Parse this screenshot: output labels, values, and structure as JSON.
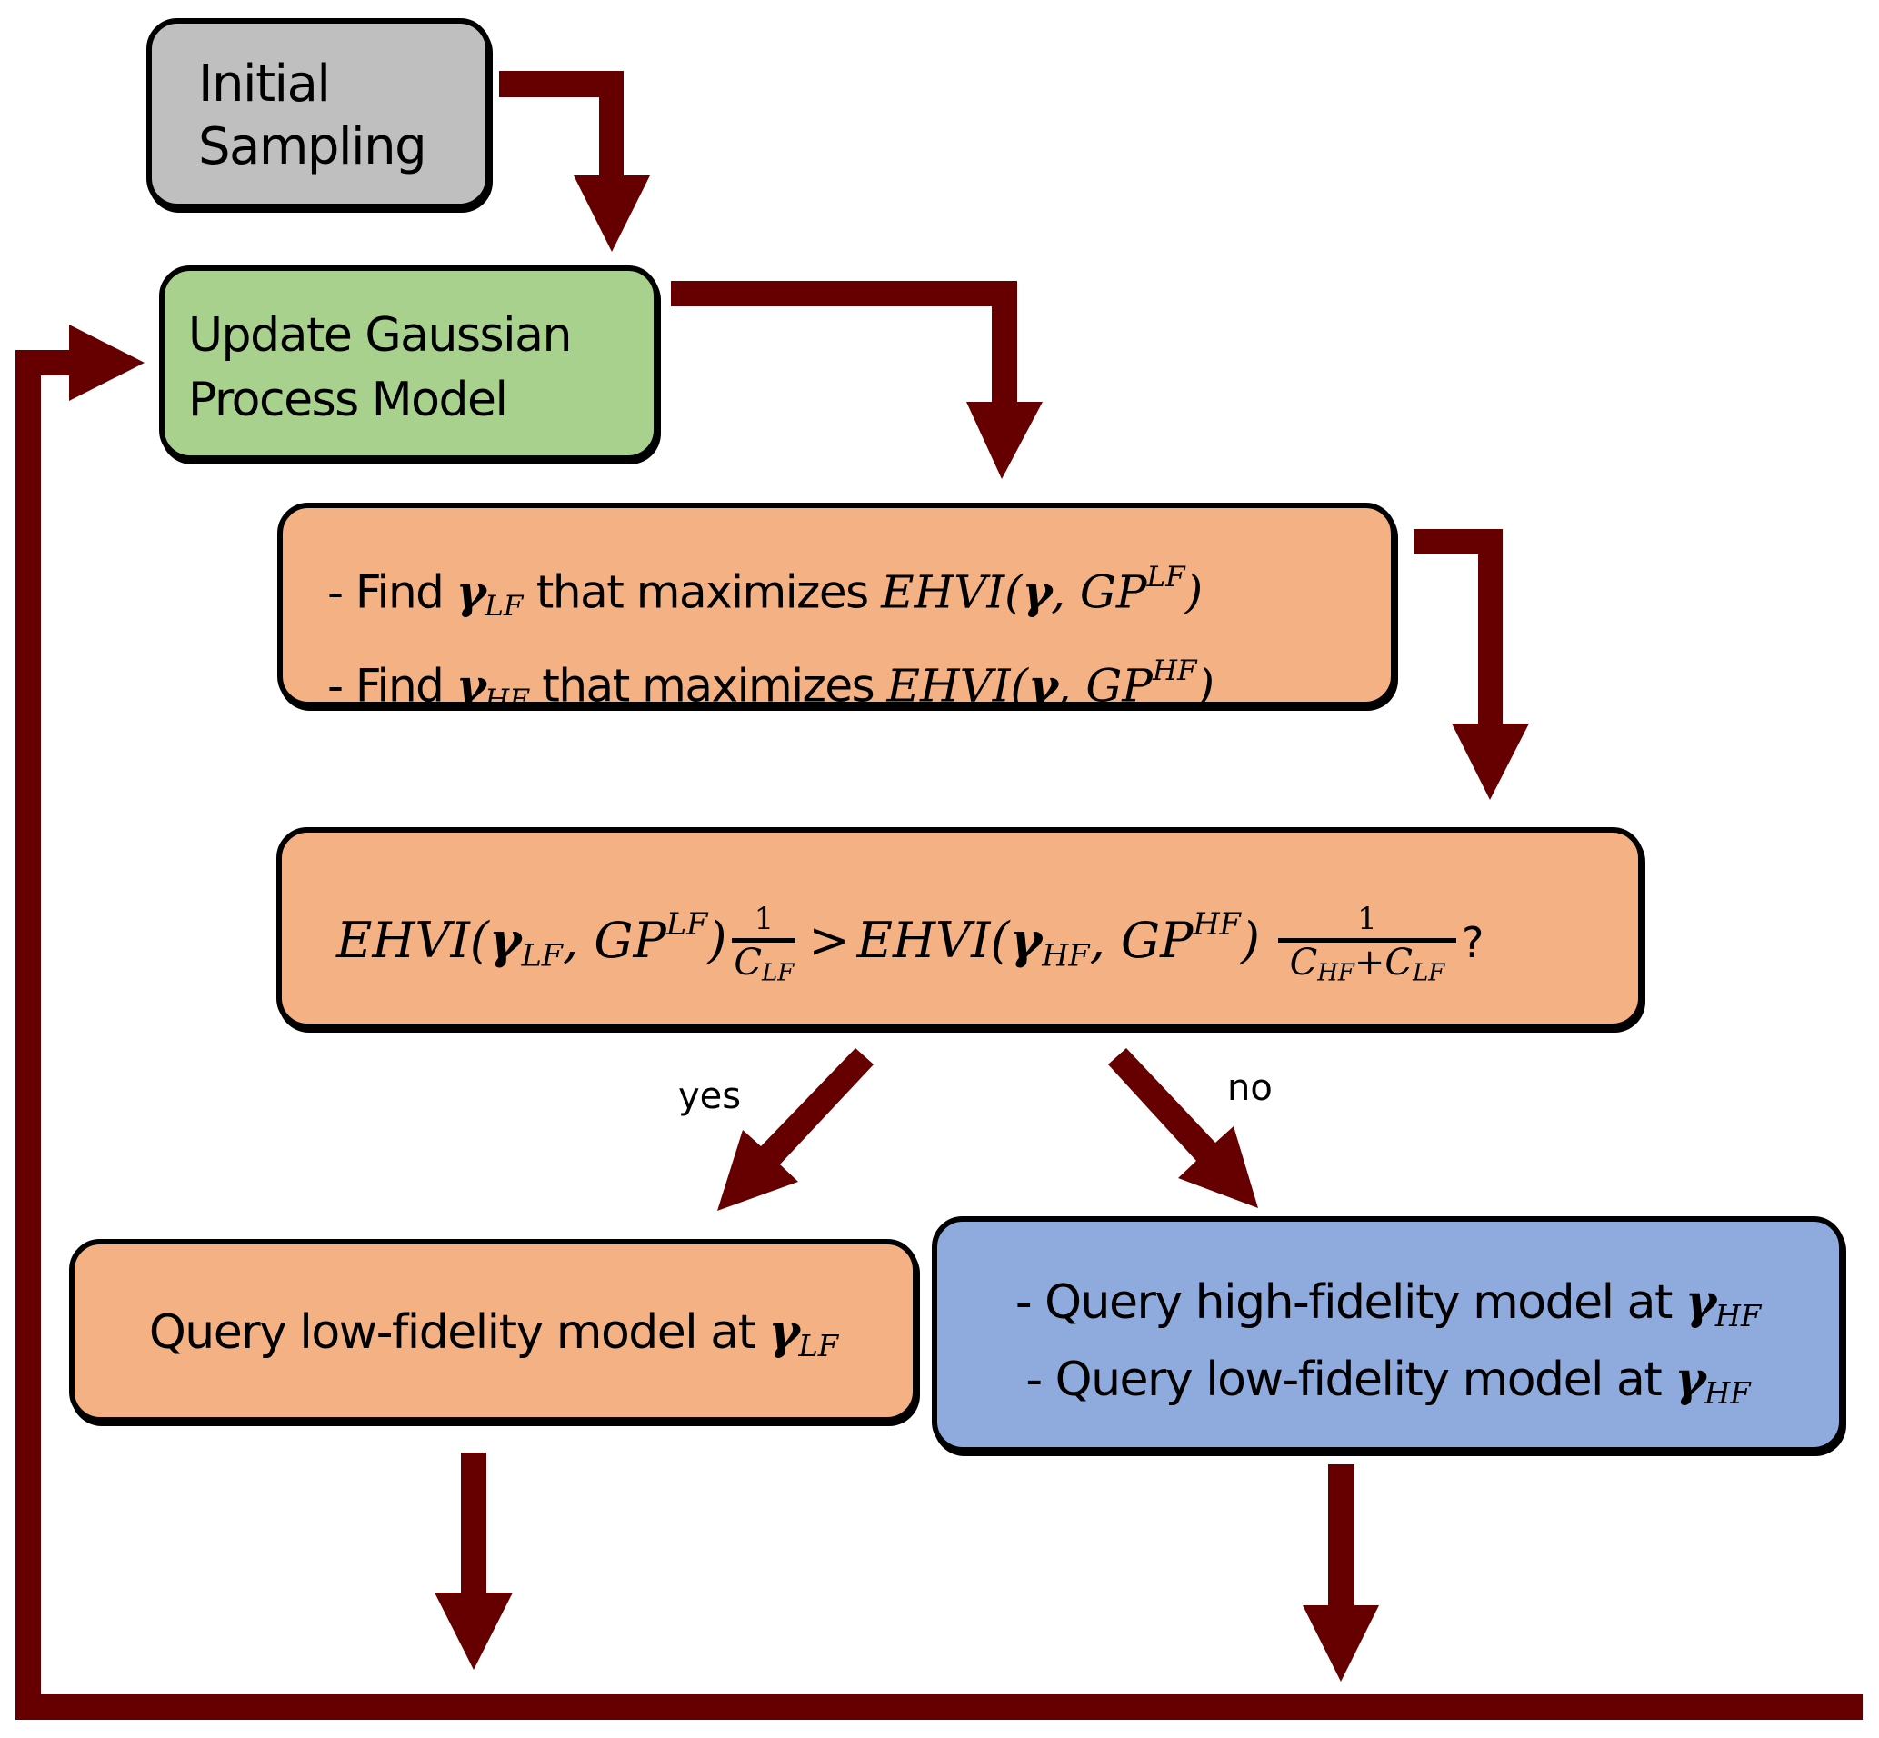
{
  "diagram": {
    "title": "Multi-fidelity EHVI Bayesian optimization loop",
    "colors": {
      "arrow": "#660000",
      "initial_box": "#BFBFBF",
      "update_box": "#A9D18E",
      "decision_boxes": "#F4B183",
      "high_fidelity_box": "#8FAADC",
      "border": "#000000"
    },
    "nodes": {
      "initial_sampling": {
        "line1": "Initial",
        "line2": "Sampling"
      },
      "update_gp": {
        "line1": "Update Gaussian",
        "line2": "Process Model"
      },
      "find_candidates": {
        "lines": [
          {
            "prefix": "- Find ",
            "gamma": "γ",
            "gamma_sub": "LF",
            "middle": " that maximizes ",
            "func": "EHVI",
            "open": "(",
            "arg_gamma": "γ",
            "comma": ", ",
            "gp": "GP",
            "gp_sup": "LF",
            "close": ")"
          },
          {
            "prefix": "- Find ",
            "gamma": "γ",
            "gamma_sub": "HF",
            "middle": " that maximizes ",
            "func": "EHVI",
            "open": "(",
            "arg_gamma": "γ",
            "comma": ", ",
            "gp": "GP",
            "gp_sup": "HF",
            "close": ")"
          }
        ]
      },
      "decision": {
        "lhs_func": "EHVI",
        "lhs_open": "(",
        "lhs_gamma": "γ",
        "lhs_gamma_sub": "LF",
        "lhs_comma": ", ",
        "lhs_gp": "GP",
        "lhs_gp_sup": "LF",
        "lhs_close": ")",
        "lhs_frac_num": "1",
        "lhs_frac_den": "C",
        "lhs_frac_den_sub": "LF",
        "operator": ">",
        "rhs_func": "EHVI",
        "rhs_open": "(",
        "rhs_gamma": "γ",
        "rhs_gamma_sub": "HF",
        "rhs_comma": ", ",
        "rhs_gp": "GP",
        "rhs_gp_sup": "HF",
        "rhs_close": ")",
        "rhs_frac_num": "1",
        "rhs_frac_den_a": "C",
        "rhs_frac_den_a_sub": "HF",
        "rhs_frac_den_plus": "+",
        "rhs_frac_den_b": "C",
        "rhs_frac_den_b_sub": "LF",
        "question": "?"
      },
      "query_low": {
        "text": "Query low-fidelity model at ",
        "gamma": "γ",
        "gamma_sub": "LF"
      },
      "query_high": {
        "lines": [
          {
            "text": "- Query high-fidelity model at ",
            "gamma": "γ",
            "gamma_sub": "HF"
          },
          {
            "text": "- Query low-fidelity model at ",
            "gamma": "γ",
            "gamma_sub": "HF"
          }
        ]
      }
    },
    "edge_labels": {
      "yes": "yes",
      "no": "no"
    }
  }
}
